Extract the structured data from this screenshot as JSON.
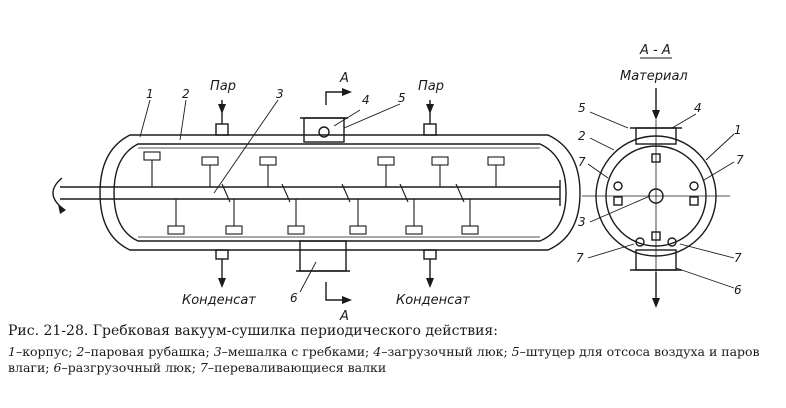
{
  "labels": {
    "steam": "Пар",
    "condensate": "Конденсат",
    "section": "А",
    "section_title": "А - А",
    "material": "Материал",
    "n1": "1",
    "n2": "2",
    "n3": "3",
    "n4": "4",
    "n5": "5",
    "n6": "6",
    "n7": "7"
  },
  "caption": "Рис. 21-28. Гребковая вакуум-сушилка периодического действия:",
  "legend": [
    {
      "num": "1",
      "text": "–корпус; "
    },
    {
      "num": "2",
      "text": "–паровая рубашка; "
    },
    {
      "num": "3",
      "text": "–мешалка с гребками; "
    },
    {
      "num": "4",
      "text": "–загрузочный люк; "
    },
    {
      "num": "5",
      "text": "–штуцер для отсоса воздуха и паров влаги; "
    },
    {
      "num": "6",
      "text": "–разгрузочный люк; "
    },
    {
      "num": "7",
      "text": "–переваливающиеся валки"
    }
  ]
}
